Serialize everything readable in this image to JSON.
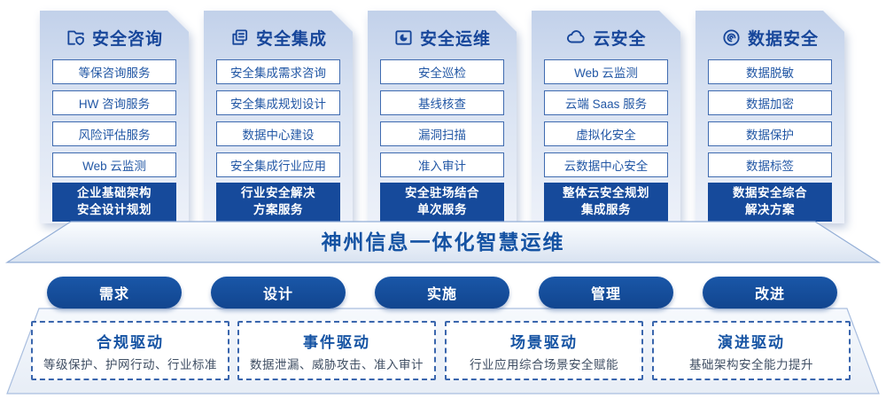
{
  "pillars": [
    {
      "title": "安全咨询",
      "icon": "folder-shield-icon",
      "items": [
        "等保咨询服务",
        "HW 咨询服务",
        "风险评估服务",
        "Web 云监测"
      ],
      "highlight": [
        "企业基础架构",
        "安全设计规划"
      ]
    },
    {
      "title": "安全集成",
      "icon": "documents-icon",
      "items": [
        "安全集成需求咨询",
        "安全集成规划设计",
        "数据中心建设",
        "安全集成行业应用"
      ],
      "highlight": [
        "行业安全解决",
        "方案服务"
      ]
    },
    {
      "title": "安全运维",
      "icon": "folder-pie-icon",
      "items": [
        "安全巡检",
        "基线核查",
        "漏洞扫描",
        "准入审计"
      ],
      "highlight": [
        "安全驻场结合",
        "单次服务"
      ]
    },
    {
      "title": "云安全",
      "icon": "cloud-icon",
      "items": [
        "Web 云监测",
        "云端 Saas 服务",
        "虚拟化安全",
        "云数据中心安全"
      ],
      "highlight": [
        "整体云安全规划",
        "集成服务"
      ]
    },
    {
      "title": "数据安全",
      "icon": "fingerprint-icon",
      "items": [
        "数据脱敏",
        "数据加密",
        "数据保护",
        "数据标签"
      ],
      "highlight": [
        "数据安全综合",
        "解决方案"
      ]
    }
  ],
  "banner": {
    "title": "神州信息一体化智慧运维"
  },
  "process_steps": [
    "需求",
    "设计",
    "实施",
    "管理",
    "改进"
  ],
  "drivers": [
    {
      "title": "合规驱动",
      "description": "等级保护、护网行动、行业标准"
    },
    {
      "title": "事件驱动",
      "description": "数据泄漏、威胁攻击、准入审计"
    },
    {
      "title": "场景驱动",
      "description": "行业应用综合场景安全赋能"
    },
    {
      "title": "演进驱动",
      "description": "基础架构安全能力提升"
    }
  ],
  "colors": {
    "primary_blue": "#164a9b",
    "title_blue": "#17469a",
    "item_border": "#3f6bb0",
    "dashed_border": "#3a66ad",
    "desc_text": "#3f4e63"
  }
}
